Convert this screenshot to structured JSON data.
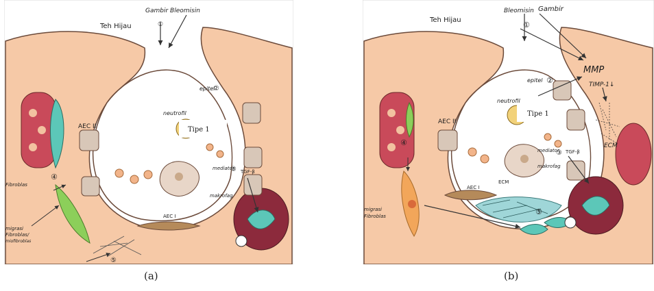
{
  "panel_a": {
    "caption": "(a)",
    "labels": {
      "gambir_bleomisin": "Gambir Bleomisin",
      "step1": "①",
      "teh_hijau": "Teh Hijau",
      "epitel": "epitel",
      "step2": "②",
      "neutrofil": "neutrofil",
      "tipe1": "Tipe 1",
      "aec2": "AEC II",
      "mediator": "mediator",
      "step3": "③",
      "tgf": "TGF-β",
      "makrofag": "makrofag",
      "fibroblas": "Fibroblas",
      "step4": "④",
      "migrasi_line1": "migrasi",
      "migrasi_line2": "Fibroblas/",
      "migrasi_line3": "miofibroblas",
      "aec1": "AEC I",
      "step5": "⑤"
    }
  },
  "panel_b": {
    "caption": "(b)",
    "labels": {
      "bleomisin": "Bleomisin",
      "gambir": "Gambir",
      "step1": "①",
      "teh_hijau": "Teh Hijau",
      "epitel": "epitel",
      "step2": "②",
      "mmp": "MMP",
      "timp": "TIMP-1↓",
      "neutrofil": "neutrofil",
      "tipe1": "Tipe 1",
      "aec2": "AEC II",
      "mediator": "mediator",
      "step3": "③",
      "tgf": "TGF-β",
      "makrofag": "makrofag",
      "ecm_right": "ECM",
      "step4": "④",
      "aec1": "AEC I",
      "ecm_center": "ECM",
      "migrasi_line1": "migrasi",
      "migrasi_line2": "Fibroblas",
      "step5": "⑤"
    }
  },
  "colors": {
    "alveolar_wall": "#f6c9a7",
    "wall_outline": "#6b4a3a",
    "capillary": "#8c2a3c",
    "rbc": "#e88a8a",
    "fibroblast": "#5cc7b8",
    "myofibroblast": "#8ccf5a",
    "ecm": "#9fd6d8",
    "orange_cell": "#f2a65a"
  }
}
